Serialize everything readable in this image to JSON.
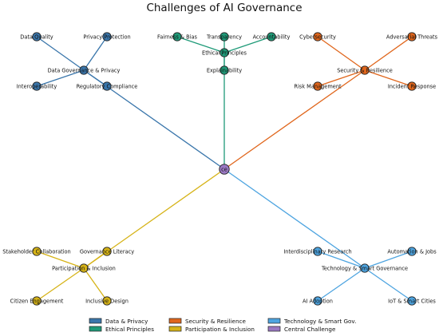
{
  "title": "Challenges of AI Governance",
  "colors": {
    "data_privacy": "#3a76ab",
    "ethical": "#1f9a78",
    "security": "#e0661c",
    "participation": "#d6b317",
    "technology": "#4da4e0",
    "central": "#9a78c2"
  },
  "center": {
    "label": "ce"
  },
  "clusters": [
    {
      "key": "data_privacy",
      "hub": "Data Governance & Privacy",
      "leaves": [
        "Data Quality",
        "Privacy Protection",
        "Interoperability",
        "Regulatory Compliance"
      ]
    },
    {
      "key": "ethical",
      "hub": "Ethical Principles",
      "leaves": [
        "Fairness & Bias",
        "Transparency",
        "Accountability",
        "Explainability"
      ]
    },
    {
      "key": "security",
      "hub": "Security & Resilience",
      "leaves": [
        "Cybersecurity",
        "Adversarial Threats",
        "Risk Management",
        "Incident Response"
      ]
    },
    {
      "key": "participation",
      "hub": "Participation & Inclusion",
      "leaves": [
        "Stakeholder Collaboration",
        "Governance Literacy",
        "Citizen Engagement",
        "Inclusive Design"
      ]
    },
    {
      "key": "technology",
      "hub": "Technology & Smart Governance",
      "leaves": [
        "Interdisciplinary Research",
        "Automation & Jobs",
        "AI Adoption",
        "IoT & Smart Cities"
      ]
    }
  ],
  "legend": [
    {
      "label": "Data & Privacy",
      "color_key": "data_privacy"
    },
    {
      "label": "Security & Resilience",
      "color_key": "security"
    },
    {
      "label": "Technology & Smart Gov.",
      "color_key": "technology"
    },
    {
      "label": "Ethical Principles",
      "color_key": "ethical"
    },
    {
      "label": "Participation & Inclusion",
      "color_key": "participation"
    },
    {
      "label": "Central Challenge",
      "color_key": "central"
    }
  ]
}
